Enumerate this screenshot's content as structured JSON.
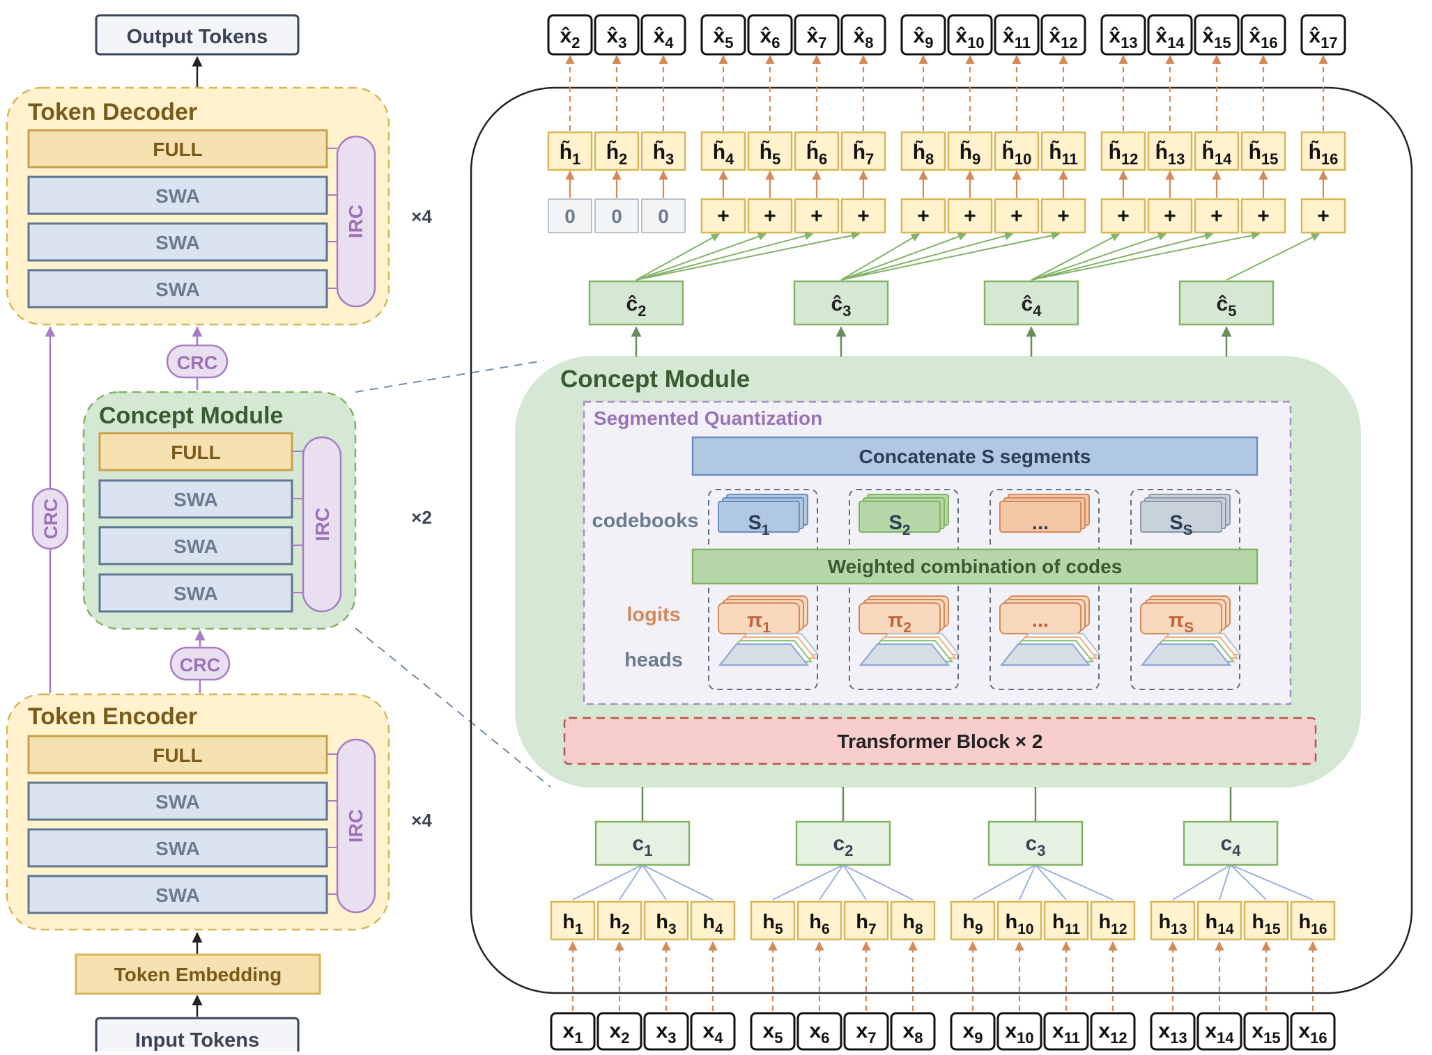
{
  "left": {
    "output_tokens": "Output Tokens",
    "input_tokens": "Input Tokens",
    "token_embedding": "Token Embedding",
    "decoder": {
      "title": "Token Decoder",
      "full": "FULL",
      "swa": [
        "SWA",
        "SWA",
        "SWA"
      ],
      "irc": "IRC",
      "mult": "×4"
    },
    "concept": {
      "title": "Concept Module",
      "full": "FULL",
      "swa": [
        "SWA",
        "SWA",
        "SWA"
      ],
      "irc": "IRC",
      "mult": "×2"
    },
    "encoder": {
      "title": "Token Encoder",
      "full": "FULL",
      "swa": [
        "SWA",
        "SWA",
        "SWA"
      ],
      "irc": "IRC",
      "mult": "×4"
    },
    "crc_labels": [
      "CRC",
      "CRC",
      "CRC"
    ]
  },
  "right": {
    "output_tokens": [
      {
        "base": "x̂",
        "sub": "2"
      },
      {
        "base": "x̂",
        "sub": "3"
      },
      {
        "base": "x̂",
        "sub": "4"
      },
      {
        "base": "x̂",
        "sub": "5"
      },
      {
        "base": "x̂",
        "sub": "6"
      },
      {
        "base": "x̂",
        "sub": "7"
      },
      {
        "base": "x̂",
        "sub": "8"
      },
      {
        "base": "x̂",
        "sub": "9"
      },
      {
        "base": "x̂",
        "sub": "10"
      },
      {
        "base": "x̂",
        "sub": "11"
      },
      {
        "base": "x̂",
        "sub": "12"
      },
      {
        "base": "x̂",
        "sub": "13"
      },
      {
        "base": "x̂",
        "sub": "14"
      },
      {
        "base": "x̂",
        "sub": "15"
      },
      {
        "base": "x̂",
        "sub": "16"
      },
      {
        "base": "x̂",
        "sub": "17"
      }
    ],
    "decoder_hidden": [
      {
        "base": "h̃",
        "sub": "1"
      },
      {
        "base": "h̃",
        "sub": "2"
      },
      {
        "base": "h̃",
        "sub": "3"
      },
      {
        "base": "h̃",
        "sub": "4"
      },
      {
        "base": "h̃",
        "sub": "5"
      },
      {
        "base": "h̃",
        "sub": "6"
      },
      {
        "base": "h̃",
        "sub": "7"
      },
      {
        "base": "h̃",
        "sub": "8"
      },
      {
        "base": "h̃",
        "sub": "9"
      },
      {
        "base": "h̃",
        "sub": "10"
      },
      {
        "base": "h̃",
        "sub": "11"
      },
      {
        "base": "h̃",
        "sub": "12"
      },
      {
        "base": "h̃",
        "sub": "13"
      },
      {
        "base": "h̃",
        "sub": "14"
      },
      {
        "base": "h̃",
        "sub": "15"
      },
      {
        "base": "h̃",
        "sub": "16"
      }
    ],
    "zero_labels": [
      "0",
      "0",
      "0"
    ],
    "plus_label": "+",
    "pred_concepts": [
      {
        "base": "ĉ",
        "sub": "2"
      },
      {
        "base": "ĉ",
        "sub": "3"
      },
      {
        "base": "ĉ",
        "sub": "4"
      },
      {
        "base": "ĉ",
        "sub": "5"
      }
    ],
    "concept_module": {
      "title": "Concept Module",
      "seg_quant_title": "Segmented Quantization",
      "concat_label": "Concatenate S segments",
      "codebooks_label": "codebooks",
      "weighted_label": "Weighted combination of codes",
      "logits_label": "logits",
      "heads_label": "heads",
      "codebooks": [
        {
          "base": "S",
          "sub": "1",
          "color": "#b0c8e2",
          "stroke": "#6c8ebf"
        },
        {
          "base": "S",
          "sub": "2",
          "color": "#b6d7a8",
          "stroke": "#82b366"
        },
        {
          "base": "...",
          "sub": "",
          "color": "#f4c7a6",
          "stroke": "#d48a5a"
        },
        {
          "base": "S",
          "sub": "S",
          "color": "#c9d1da",
          "stroke": "#8a98a8"
        }
      ],
      "logits": [
        {
          "base": "π",
          "sub": "1"
        },
        {
          "base": "π",
          "sub": "2"
        },
        {
          "base": "...",
          "sub": ""
        },
        {
          "base": "π",
          "sub": "S"
        }
      ],
      "transformer_label": "Transformer Block × 2"
    },
    "concepts": [
      {
        "base": "c",
        "sub": "1"
      },
      {
        "base": "c",
        "sub": "2"
      },
      {
        "base": "c",
        "sub": "3"
      },
      {
        "base": "c",
        "sub": "4"
      }
    ],
    "encoder_hidden": [
      {
        "base": "h",
        "sub": "1"
      },
      {
        "base": "h",
        "sub": "2"
      },
      {
        "base": "h",
        "sub": "3"
      },
      {
        "base": "h",
        "sub": "4"
      },
      {
        "base": "h",
        "sub": "5"
      },
      {
        "base": "h",
        "sub": "6"
      },
      {
        "base": "h",
        "sub": "7"
      },
      {
        "base": "h",
        "sub": "8"
      },
      {
        "base": "h",
        "sub": "9"
      },
      {
        "base": "h",
        "sub": "10"
      },
      {
        "base": "h",
        "sub": "11"
      },
      {
        "base": "h",
        "sub": "12"
      },
      {
        "base": "h",
        "sub": "13"
      },
      {
        "base": "h",
        "sub": "14"
      },
      {
        "base": "h",
        "sub": "15"
      },
      {
        "base": "h",
        "sub": "16"
      }
    ],
    "input_tokens": [
      {
        "base": "x",
        "sub": "1"
      },
      {
        "base": "x",
        "sub": "2"
      },
      {
        "base": "x",
        "sub": "3"
      },
      {
        "base": "x",
        "sub": "4"
      },
      {
        "base": "x",
        "sub": "5"
      },
      {
        "base": "x",
        "sub": "6"
      },
      {
        "base": "x",
        "sub": "7"
      },
      {
        "base": "x",
        "sub": "8"
      },
      {
        "base": "x",
        "sub": "9"
      },
      {
        "base": "x",
        "sub": "10"
      },
      {
        "base": "x",
        "sub": "11"
      },
      {
        "base": "x",
        "sub": "12"
      },
      {
        "base": "x",
        "sub": "13"
      },
      {
        "base": "x",
        "sub": "14"
      },
      {
        "base": "x",
        "sub": "15"
      },
      {
        "base": "x",
        "sub": "16"
      }
    ]
  },
  "colors": {
    "yellow_fill": "#fff2cc",
    "yellow_stroke": "#d6b656",
    "full_fill": "#f5e2b0",
    "full_stroke": "#c9a14a",
    "swa_fill": "#dae3f0",
    "swa_stroke": "#5f7591",
    "purple_fill": "#e9dff0",
    "purple_stroke": "#a87cc4",
    "green_fill": "#d5e8d4",
    "green_stroke": "#82b366",
    "orange_arrow": "#d4895a",
    "text_brown": "#7a5a1a",
    "text_green": "#3a5a34",
    "text_purple": "#9a73b5",
    "text_slate": "#6c7c90",
    "red_fill": "#f8cecc",
    "red_stroke": "#b85450"
  }
}
